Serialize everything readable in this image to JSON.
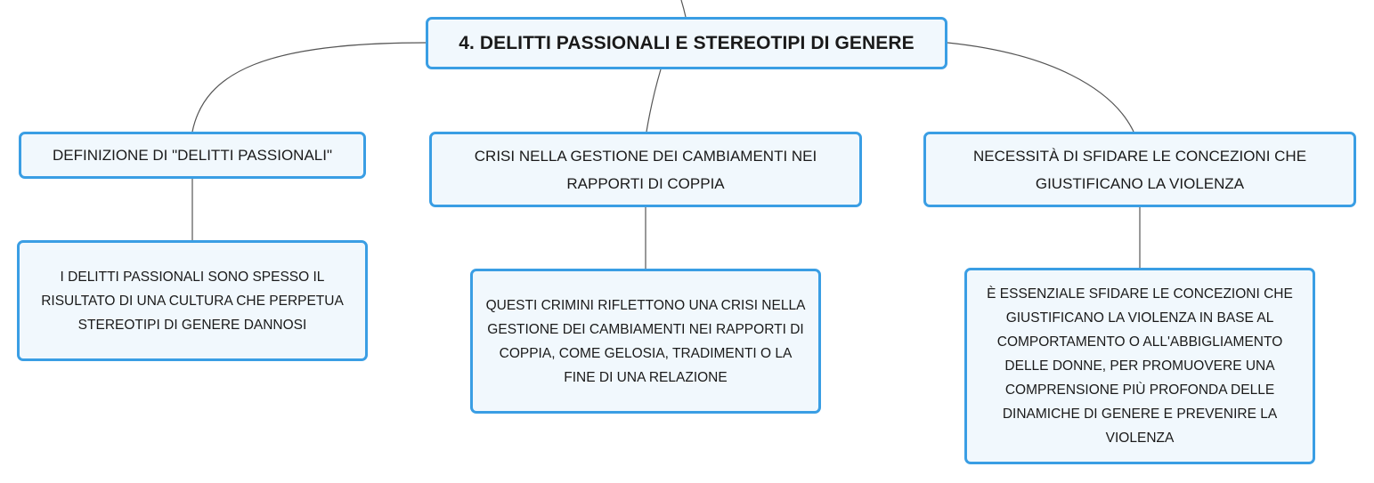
{
  "mindmap": {
    "root": {
      "label": "4. DELITTI PASSIONALI E STEREOTIPI DI GENERE"
    },
    "branches": [
      {
        "title": "DEFINIZIONE DI \"DELITTI PASSIONALI\"",
        "detail": "I DELITTI PASSIONALI SONO SPESSO IL RISULTATO DI UNA CULTURA CHE PERPETUA STEREOTIPI DI GENERE DANNOSI"
      },
      {
        "title": "CRISI NELLA GESTIONE DEI CAMBIAMENTI NEI RAPPORTI DI COPPIA",
        "detail": "QUESTI CRIMINI RIFLETTONO UNA CRISI NELLA GESTIONE DEI CAMBIAMENTI NEI RAPPORTI DI COPPIA, COME GELOSIA, TRADIMENTI O LA FINE DI UNA RELAZIONE"
      },
      {
        "title": "NECESSITÀ DI SFIDARE LE CONCEZIONI CHE GIUSTIFICANO LA VIOLENZA",
        "detail": "È ESSENZIALE SFIDARE LE CONCEZIONI CHE GIUSTIFICANO LA VIOLENZA IN BASE AL COMPORTAMENTO O ALL'ABBIGLIAMENTO DELLE DONNE, PER PROMUOVERE UNA COMPRENSIONE PIÙ PROFONDA DELLE DINAMICHE DI GENERE E PREVENIRE LA VIOLENZA"
      }
    ]
  },
  "colors": {
    "node_border": "#3a9ee4",
    "node_fill": "#f1f8fd",
    "connector": "#555555",
    "text": "#1a1a1a"
  }
}
